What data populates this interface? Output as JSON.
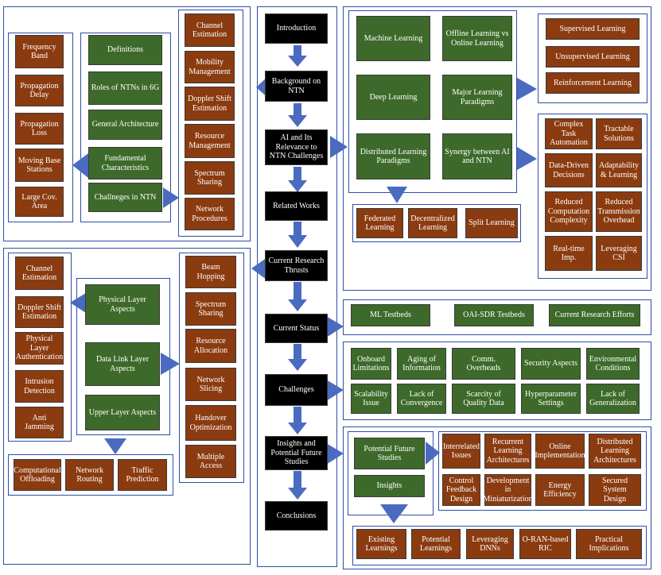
{
  "colors": {
    "arrow": "#4a6bbf",
    "frame": "#2e4fa8",
    "node_black": "#000000",
    "node_green": "#3d6a2a",
    "node_brown": "#8b3b10"
  },
  "spine": [
    "Introduction",
    "Background on NTN",
    "AI and Its Relevance to NTN Challenges",
    "Related Works",
    "Current Research Thrusts",
    "Current Status",
    "Challenges",
    "Insights and Potential Future Studies",
    "Conclusions"
  ],
  "background": {
    "core": [
      "Definitions",
      "Roles of NTNs in 6G",
      "General Architecture",
      "Fundamental Characteristics",
      "Challneges in NTN"
    ],
    "characteristics": [
      "Frequency Band",
      "Propagation Delay",
      "Propagation Loss",
      "Moving Base Stations",
      "Large Cov. Area"
    ],
    "challenges": [
      "Channel Estimation",
      "Mobility Management",
      "Doppler Shift Estimation",
      "Resource Management",
      "Spectrum Sharing",
      "Network Procedures"
    ]
  },
  "ai": {
    "core": [
      "Machine Learning",
      "Offline Learning vs Online Learning",
      "Deep Learning",
      "Major Learning Paradigms",
      "Distributed Learning Paradigms",
      "Synergy between AI and NTN"
    ],
    "paradigms": [
      "Supervised Learning",
      "Unsupervised Learning",
      "Reinforcement Learning"
    ],
    "distributed": [
      "Federated Learning",
      "Decentralized Learning",
      "Split Learning"
    ],
    "synergy": [
      "Complex Task Automation",
      "Tractable Solutions",
      "Data-Driven Decisions",
      "Adaptability & Learning",
      "Reduced Computation Complexity",
      "Reduced Transmission Overhead",
      "Real-time Imp.",
      "Leveraging CSI"
    ]
  },
  "thrusts": {
    "core": [
      "Physical Layer Aspects",
      "Data Link Layer Aspects",
      "Upper Layer Aspects"
    ],
    "physical": [
      "Channel Estimation",
      "Doppler Shift Estimation",
      "Physical Layer Authentication",
      "Intrusion Detection",
      "Anti Jamming"
    ],
    "datalink": [
      "Beam Hopping",
      "Spectrum Sharing",
      "Resource Allocation",
      "Network Slicing",
      "Handover Optimization",
      "Multiple Access"
    ],
    "upper": [
      "Computational Offloading",
      "Network Routing",
      "Traffic Prediction"
    ]
  },
  "status": [
    "ML Testbeds",
    "OAI-SDR Testbeds",
    "Current Research Efforts"
  ],
  "challenges": [
    "Onboard Limitations",
    "Aging of Information",
    "Comm. Overheads",
    "Security Aspects",
    "Environmental Conditions",
    "Scalability Issue",
    "Lack of Convergence",
    "Scarcity of Quality Data",
    "Hyperparameter Settings",
    "Lack of Generalization"
  ],
  "insights": {
    "core": [
      "Potential Future Studies",
      "Insights"
    ],
    "future": [
      "Interrelated Issues",
      "Recurrent Learning Architectures",
      "Online Implementation",
      "Distributed Learning Architectures",
      "Control Feedback Design",
      "Development in Miniaturization",
      "Energy Efficiency",
      "Secured System Design"
    ],
    "insights": [
      "Existing Learnings",
      "Potential Learnings",
      "Leveraging DNNs",
      "O-RAN-based RIC",
      "Practical Implications"
    ]
  }
}
